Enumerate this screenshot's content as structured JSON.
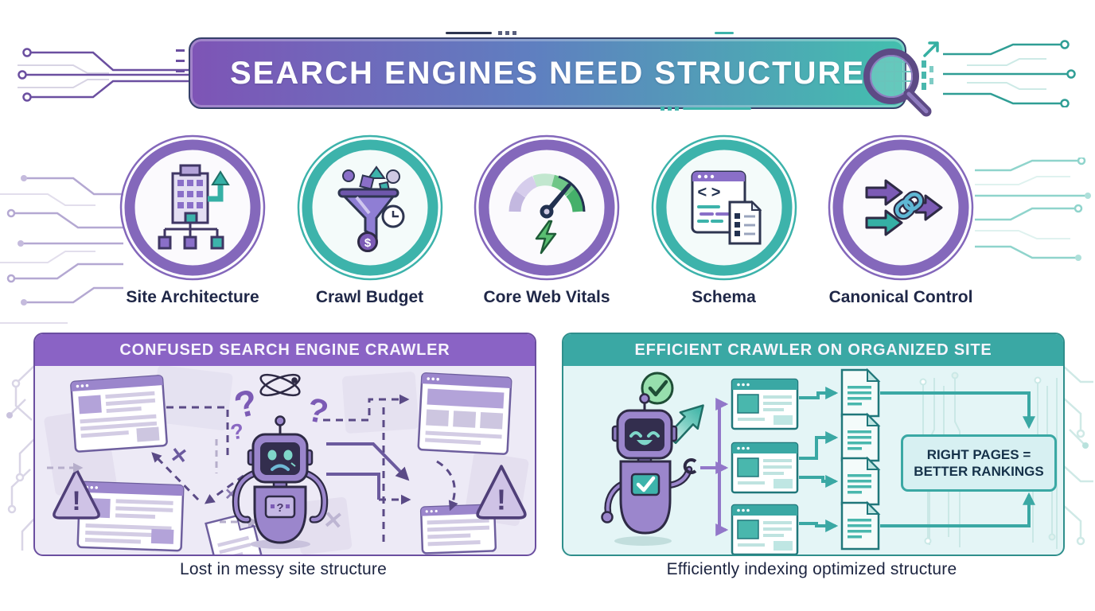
{
  "title_banner": {
    "title": "SEARCH ENGINES NEED STRUCTURE"
  },
  "features": [
    {
      "label": "Site Architecture",
      "icon": "building-sitemap-icon",
      "ring": "#8468bb"
    },
    {
      "label": "Crawl Budget",
      "icon": "funnel-icon",
      "ring": "#3db3ab"
    },
    {
      "label": "Core Web Vitals",
      "icon": "speedometer-icon",
      "ring": "#8468bb"
    },
    {
      "label": "Schema",
      "icon": "code-window-icon",
      "ring": "#3db3ab"
    },
    {
      "label": "Canonical Control",
      "icon": "link-merge-icon",
      "ring": "#8468bb"
    }
  ],
  "left_panel": {
    "header": "CONFUSED SEARCH ENGINE CRAWLER",
    "caption": "Lost in messy site structure"
  },
  "right_panel": {
    "header": "EFFICIENT CRAWLER ON ORGANIZED SITE",
    "caption": "Efficiently indexing optimized structure",
    "result_box": "RIGHT PAGES = BETTER RANKINGS"
  },
  "glyphs": {
    "question_mark": "?",
    "exclamation": "!",
    "dollar": "$",
    "cross": "✕",
    "code_brackets": "< >"
  },
  "colors": {
    "purple": "#8468bb",
    "teal": "#3db3ab",
    "navy_text": "#1f2747",
    "banner_gradient_from": "#7e54b6",
    "banner_gradient_to": "#43bfae",
    "left_panel_header": "#8a63c5",
    "right_panel_header": "#3aa8a4",
    "left_panel_body": "#edeaf6",
    "right_panel_body": "#e4f5f6",
    "result_box_fill": "#d7f0f2"
  }
}
